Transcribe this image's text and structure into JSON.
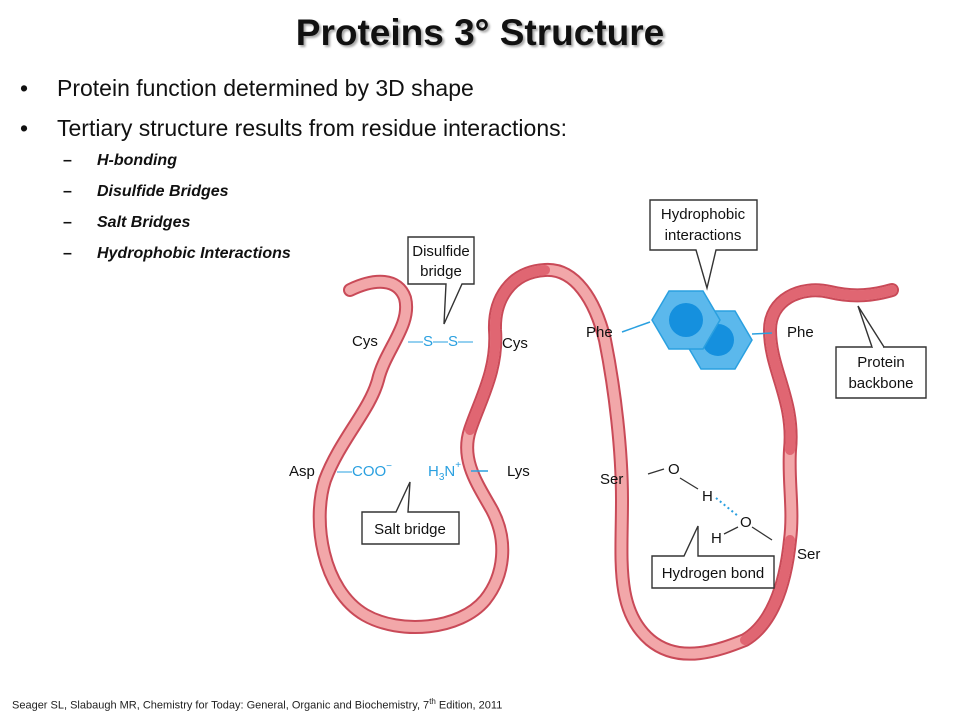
{
  "slide": {
    "title": "Proteins 3° Structure",
    "bullet_marker": "•",
    "dash_marker": "–",
    "bullets": [
      "Protein function determined by 3D shape",
      "Tertiary structure results from residue interactions:"
    ],
    "sub_bullets": [
      "H-bonding",
      "Disulfide Bridges",
      "Salt Bridges",
      "Hydrophobic Interactions"
    ],
    "citation": {
      "text": "Seager SL, Slabaugh MR, Chemistry for Today: General, Organic and Biochemistry, 7",
      "sup": "th",
      "tail": " Edition, 2011"
    }
  },
  "figure": {
    "callouts": {
      "disulfide_line1": "Disulfide",
      "disulfide_line2": "bridge",
      "hydrophobic_line1": "Hydrophobic",
      "hydrophobic_line2": "interactions",
      "backbone_line1": "Protein",
      "backbone_line2": "backbone",
      "salt_bridge": "Salt bridge",
      "hydrogen_bond": "Hydrogen bond"
    },
    "residues": {
      "cys_left": "Cys",
      "cys_right": "Cys",
      "phe_left": "Phe",
      "phe_right": "Phe",
      "asp": "Asp",
      "lys": "Lys",
      "ser_left": "Ser",
      "ser_right": "Ser"
    },
    "groups": {
      "disulfide": "—S—S—",
      "coo": "—COO",
      "coo_charge": "−",
      "h3n_h": "H",
      "h3n_sub": "3",
      "h3n_n": "N",
      "h3n_charge": "+",
      "o_top": "O",
      "h_top": "H",
      "o_bottom": "O",
      "h_bottom": "H"
    },
    "colors": {
      "ribbon_fill": "#f2a7a9",
      "ribbon_dark": "#e06672",
      "ribbon_edge": "#c94a58",
      "accent_blue": "#2aa0e0",
      "ring_fill": "#5bb8ec",
      "ring_dot": "#1590de"
    }
  }
}
